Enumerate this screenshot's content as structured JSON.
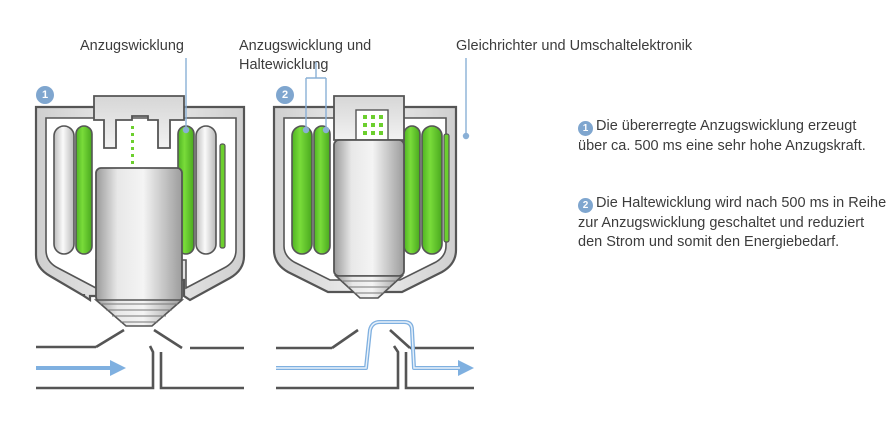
{
  "labels": {
    "pull_in_winding": "Anzugswicklung",
    "pull_in_and_hold_winding_line1": "Anzugswicklung und",
    "pull_in_and_hold_winding_line2": "Haltewicklung",
    "rectifier_electronics": "Gleichrichter und Umschaltelektronik"
  },
  "steps": [
    {
      "number": "1",
      "text": "Die übererregte Anzugswicklung erzeugt über ca. 500 ms eine sehr hohe Anzugskraft."
    },
    {
      "number": "2",
      "text": "Die Haltewicklung wird nach 500 ms in Reihe zur Anzugswicklung geschaltet und reduziert den Strom und somit den Energiebedarf."
    }
  ],
  "colors": {
    "coil_green": "#6ccf2e",
    "outline": "#555555",
    "flow_blue": "#7fb0e0",
    "badge_blue": "#7fa6cf"
  }
}
